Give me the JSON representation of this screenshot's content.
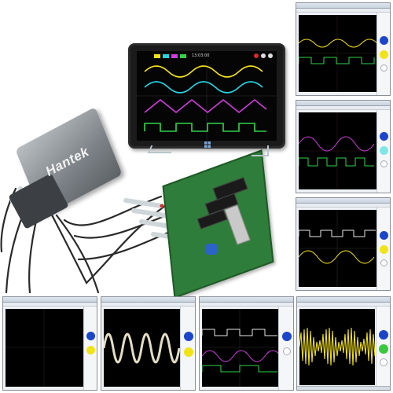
{
  "product": {
    "brand": "Hantek",
    "tablet_time": "13:03:00"
  },
  "colors": {
    "ch1": "#f2e01c",
    "ch2": "#27d3e3",
    "ch3": "#d23be0",
    "ch4": "#2fd34a",
    "pcb": "#2f7d3a",
    "screen_bg": "#000000"
  },
  "thumbnails": [
    {
      "name": "thumb-right-1",
      "traces": [
        "sine-yellow",
        "square-green"
      ]
    },
    {
      "name": "thumb-right-2",
      "traces": [
        "sine-magenta",
        "square-green"
      ]
    },
    {
      "name": "thumb-right-3",
      "traces": [
        "sine-yellow",
        "square-white"
      ]
    },
    {
      "name": "thumb-bottom-1",
      "traces": []
    },
    {
      "name": "thumb-bottom-2",
      "traces": [
        "sine-white"
      ]
    },
    {
      "name": "thumb-bottom-3",
      "traces": [
        "square-white",
        "sine-magenta"
      ]
    },
    {
      "name": "thumb-bottom-4",
      "traces": [
        "am-yellow"
      ]
    }
  ],
  "icons": [
    "windows-logo-icon",
    "blue-knob-icon",
    "yellow-knob-icon",
    "cyan-knob-icon"
  ]
}
